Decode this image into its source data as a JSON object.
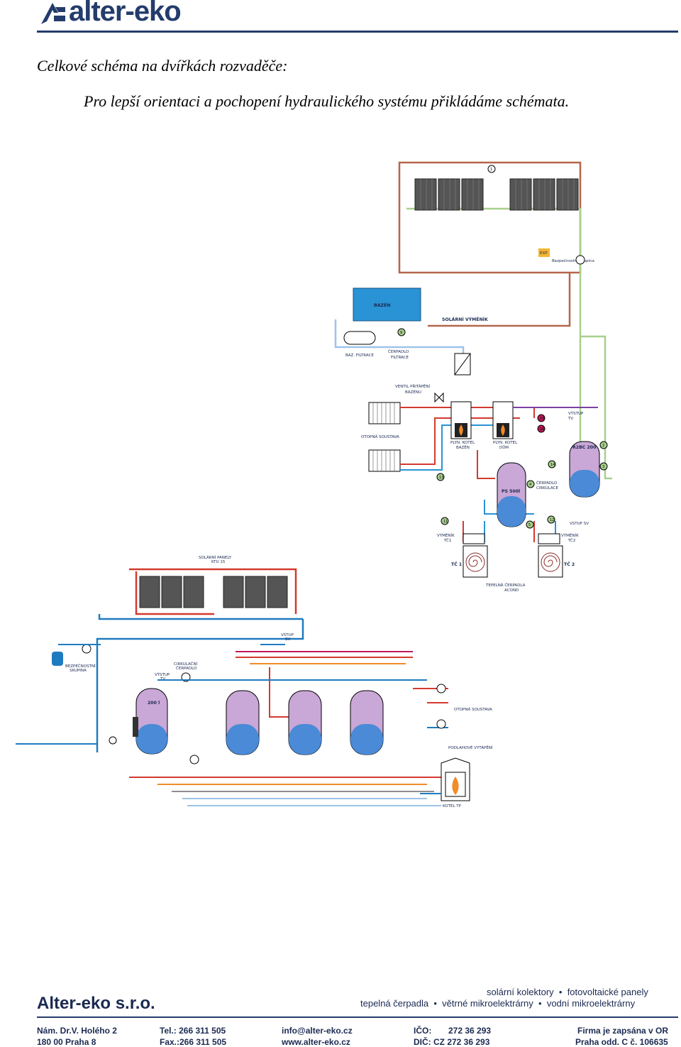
{
  "header": {
    "logo_text": "alter-eko"
  },
  "document": {
    "title": "Celkové schéma na dvířkách rozvaděče:",
    "subtitle": "Pro  lepší orientaci a pochopení hydraulického systému přikládáme schémata."
  },
  "diagram_a": {
    "labels": {
      "expansion": "EXP",
      "safety_group": "Bezpečnostní skupina",
      "pool": "BAZÉN",
      "solar_exchanger": "SOLÁRNÍ VÝMĚNÍK",
      "pool_filtration": "BAZ. FILTRACE",
      "filtration_pump_1": "ČERPADLO",
      "filtration_pump_2": "FILTRACE",
      "pool_valve_1": "VENTIL PŘITÁPĚNÍ",
      "pool_valve_2": "BAZÉNU",
      "hw_out_1": "VÝSTUP",
      "hw_out_2": "TV",
      "heating_system": "OTOPNÁ SOUSTAVA",
      "gas_boiler_pool_1": "PLYN. KOTEL",
      "gas_boiler_pool_2": "BAZÉN",
      "gas_boiler_house_1": "PLYN. KOTEL",
      "gas_boiler_house_2": "DŮM",
      "r2bc": "R2BC 200",
      "circ_pump_1": "ČERPADLO",
      "circ_pump_2": "CIRKULACE",
      "ps500": "PS 500l",
      "cw_in": "VSTUP SV",
      "hx_tc1_1": "VÝMĚNÍK",
      "hx_tc1_2": "TČ1",
      "hx_tc2_1": "VÝMĚNÍK",
      "hx_tc2_2": "TČ2",
      "tc1": "TČ 1",
      "tc2": "TČ 2",
      "heat_pumps_1": "TEPELNÁ ČERPADLA",
      "heat_pumps_2": "ACOND"
    },
    "numbers": [
      "1",
      "9",
      "15",
      "16",
      "2",
      "3",
      "14",
      "13",
      "4",
      "11",
      "5",
      "12"
    ]
  },
  "diagram_b": {
    "labels": {
      "solar_panels_1": "SOLÁRNÍ PANELY",
      "solar_panels_2": "KTU 15",
      "cw_in_1": "VSTUP",
      "cw_in_2": "SV",
      "safety_group_1": "BEZPEČNOSTNÍ",
      "safety_group_2": "SKUPINA",
      "circ_pump_1": "CIRKULAČNÍ",
      "circ_pump_2": "ČERPADLO",
      "hw_out_1": "VÝSTUP",
      "hw_out_2": "TV",
      "tank_200": "200 l",
      "heating_system": "OTOPNÁ SOUSTAVA",
      "floor_heating": "PODLAHOVÉ VYTÁPĚNÍ",
      "boiler": "KOTEL TP"
    }
  },
  "footer": {
    "company": "Alter-eko s.r.o.",
    "tags_row1": [
      "solární kolektory",
      "fotovoltaické panely"
    ],
    "tags_row2": [
      "tepelná čerpadla",
      "větrné mikroelektrárny",
      "vodní mikroelektrárny"
    ],
    "address_1": "Nám. Dr.V. Holého 2",
    "address_2": "180 00 Praha 8",
    "tel": "Tel.: 266 311 505",
    "fax": "Fax.:266 311 505",
    "email": "info@alter-eko.cz",
    "web": "www.alter-eko.cz",
    "ico_label": "IČO:",
    "ico_value": "272 36 293",
    "dic": "DIČ: CZ 272 36 293",
    "registry_1": "Firma je zapsána v OR",
    "registry_2": "Praha odd. C č. 106635"
  }
}
